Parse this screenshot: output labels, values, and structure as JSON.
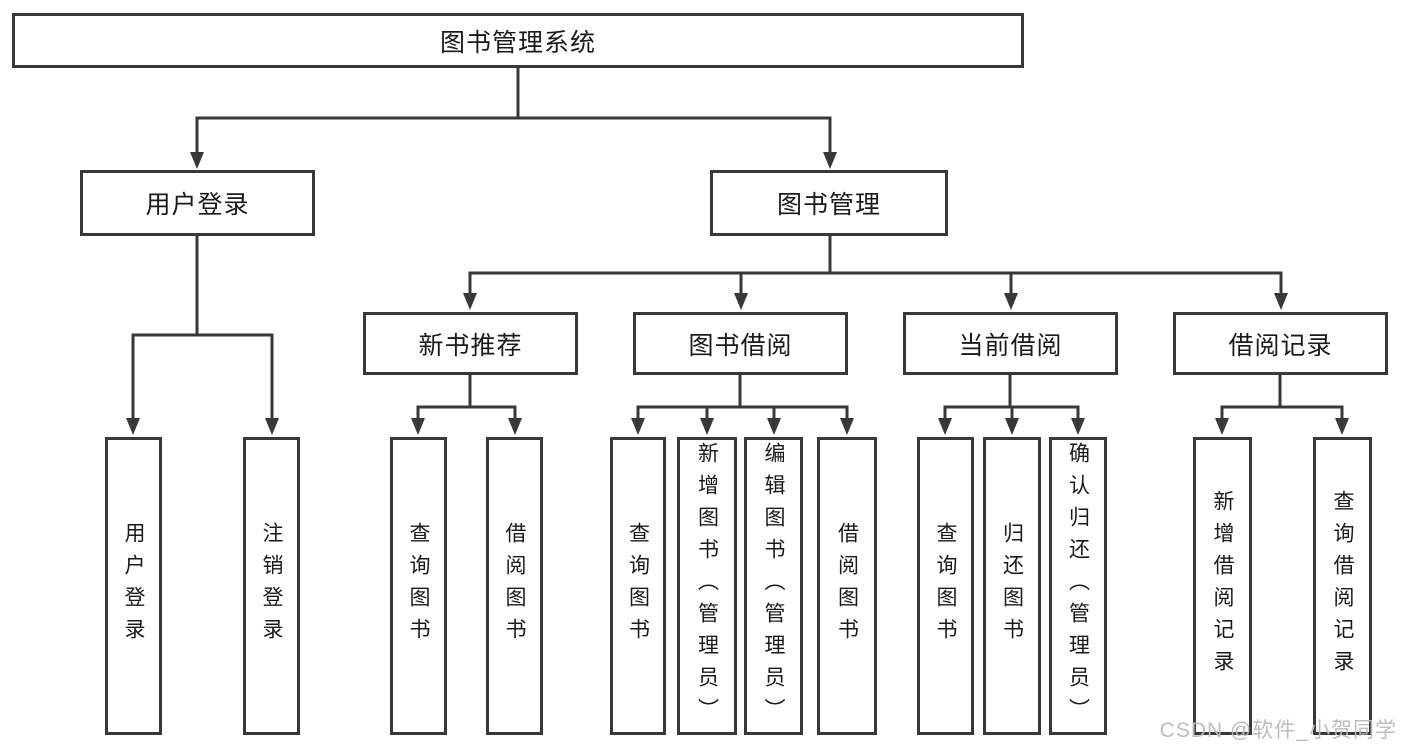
{
  "diagram": {
    "type": "hierarchy-tree",
    "watermark": "CSDN @软件_小贺同学",
    "colors": {
      "line": "#383838",
      "text": "#1a1a1a",
      "background": "#ffffff",
      "watermark_color": "#b9b9b9"
    },
    "nodes": {
      "root": {
        "label": "图书管理系统"
      },
      "user_login": {
        "label": "用户登录",
        "children": {
          "login": {
            "label": "用户登录"
          },
          "logout": {
            "label": "注销登录"
          }
        }
      },
      "book_management": {
        "label": "图书管理",
        "children_groups": [
          "新书推荐",
          "图书借阅",
          "当前借阅",
          "借阅记录"
        ]
      },
      "new_book_recommend": {
        "label": "新书推荐",
        "children": {
          "query_books": {
            "label": "查询图书"
          },
          "borrow_books": {
            "label": "借阅图书"
          }
        }
      },
      "book_borrowing": {
        "label": "图书借阅",
        "children": {
          "query_books": {
            "label": "查询图书"
          },
          "add_books": {
            "label": "新增图书（管理员）"
          },
          "edit_books": {
            "label": "编辑图书（管理员）"
          },
          "borrow_books": {
            "label": "借阅图书"
          }
        }
      },
      "current_borrowing": {
        "label": "当前借阅",
        "children": {
          "query_books": {
            "label": "查询图书"
          },
          "return_books": {
            "label": "归还图书"
          },
          "confirm_return": {
            "label": "确认归还（管理员）"
          }
        }
      },
      "borrow_records": {
        "label": "借阅记录",
        "children": {
          "add_record": {
            "label": "新增借阅记录"
          },
          "query_record": {
            "label": "查询借阅记录"
          }
        }
      }
    }
  }
}
